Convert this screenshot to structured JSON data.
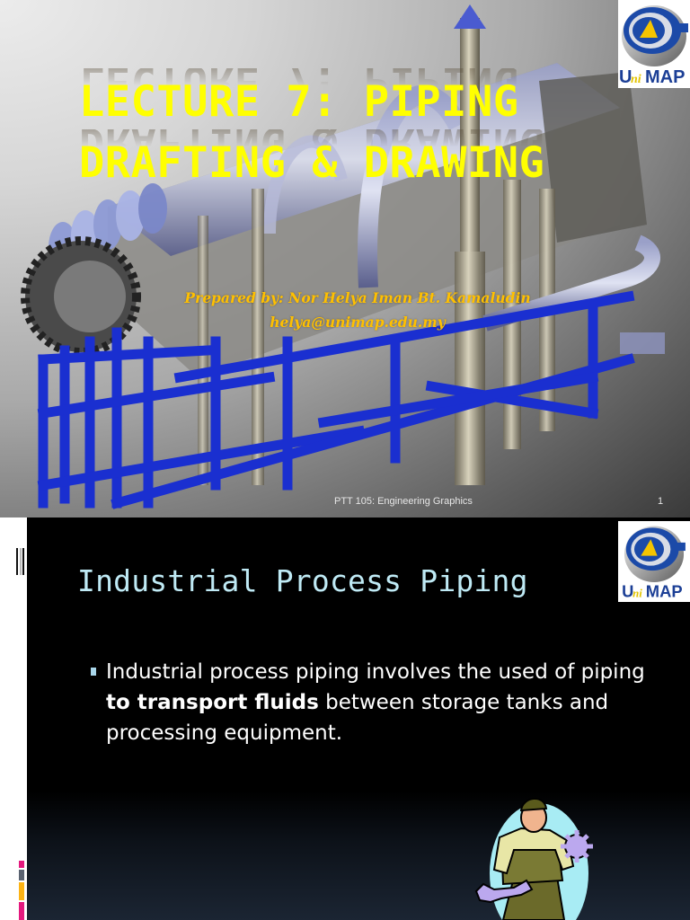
{
  "slides": [
    {
      "number": "1",
      "title_lines": [
        "LECTURE 7: PIPING",
        "DRAFTING & DRAWING"
      ],
      "author": {
        "prepared_by": "Prepared by: Nor Helya Iman Bt. Kamaludin",
        "email": "helya@unimap.edu.my"
      },
      "footer": {
        "course": "PTT 105: Engineering Graphics",
        "page": "1"
      },
      "logo": {
        "text": "UniMAP",
        "icon": "unimap-logo-icon"
      },
      "background_image": "piping-machine-render"
    },
    {
      "title": "Industrial Process Piping",
      "bullets": [
        {
          "before": "Industrial process piping involves the used of piping ",
          "bold": "to transport fluids",
          "after": " between storage tanks and processing equipment."
        }
      ],
      "logo": {
        "text": "UniMAP",
        "icon": "unimap-logo-icon"
      },
      "clipart": "mechanic-with-wrench-and-gear-clipart",
      "side_bars": [
        {
          "color": "#e4197e"
        },
        {
          "color": "#5a6270"
        },
        {
          "color": "#fcb314"
        },
        {
          "color": "#e4197e"
        }
      ]
    }
  ],
  "colors": {
    "title_yellow": "#ffff00",
    "author_gold": "#ffc000",
    "slide2_title": "#bfeaf5",
    "bullet_marker": "#a9d6ea",
    "pipe_blue": "#1a2fd0"
  }
}
